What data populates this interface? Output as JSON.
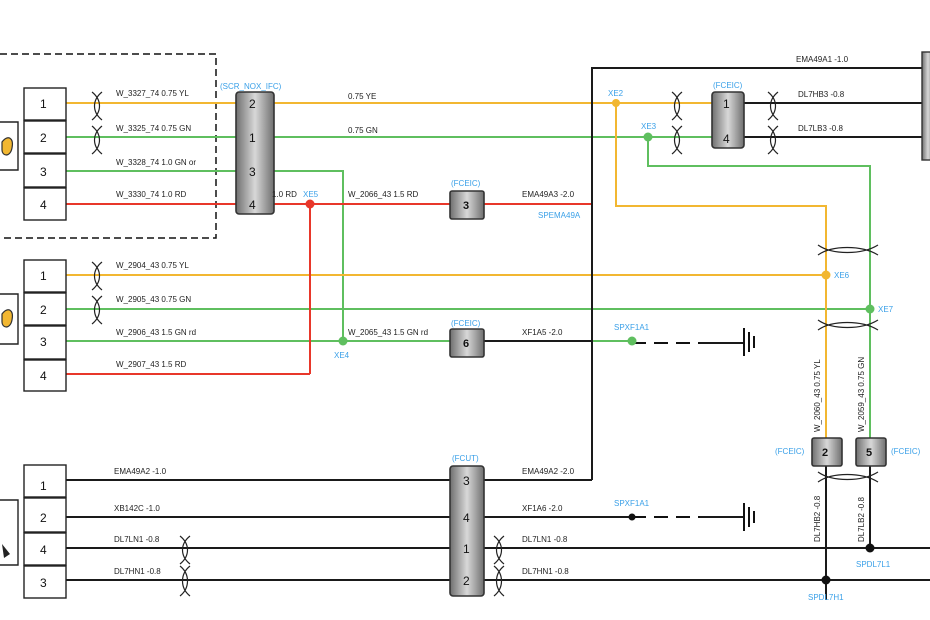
{
  "colors": {
    "yellow": "#f2b731",
    "green": "#5fbf5f",
    "red": "#e8372a",
    "black": "#1a1a1a",
    "net_blue": "#3aa0e8"
  },
  "left_connector_a": {
    "pins": [
      "1",
      "2",
      "3",
      "4"
    ]
  },
  "left_connector_b": {
    "pins": [
      "1",
      "2",
      "3",
      "4"
    ]
  },
  "left_connector_c": {
    "pins": [
      "1",
      "2",
      "4",
      "3"
    ]
  },
  "scr_block": {
    "label": "(SCR_NOX_IFC)",
    "pins": [
      "2",
      "1",
      "3",
      "4"
    ]
  },
  "fceic_top": {
    "label": "(FCEIC)",
    "pins": [
      "1",
      "4"
    ]
  },
  "fceic_3": {
    "label": "(FCEIC)",
    "pin": "3"
  },
  "fceic_6": {
    "label": "(FCEIC)",
    "pin": "6"
  },
  "fceic_2": {
    "label": "(FCEIC)",
    "pin": "2"
  },
  "fceic_5": {
    "label": "(FCEIC)",
    "pin": "5"
  },
  "fcut": {
    "label": "(FCUT)",
    "pins": [
      "3",
      "4",
      "1",
      "2"
    ]
  },
  "wires": {
    "w3327": "W_3327_74 0.75 YL",
    "w3325": "W_3325_74 0.75 GN",
    "w3328": "W_3328_74 1.0 GN or",
    "w3330": "W_3330_74 1.0 RD",
    "y075": "0.75 YE",
    "g075": "0.75 GN",
    "r10": "1.0 RD",
    "w2066": "W_2066_43 1.5 RD",
    "ema49a3": "EMA49A3 -2.0",
    "w2904": "W_2904_43 0.75 YL",
    "w2905": "W_2905_43 0.75 GN",
    "w2906": "W_2906_43 1.5 GN rd",
    "w2907": "W_2907_43 1.5 RD",
    "w2065": "W_2065_43 1.5 GN rd",
    "xf1a5": "XF1A5 -2.0",
    "ema49a1": "EMA49A1 -1.0",
    "dl7hb3": "DL7HB3 -0.8",
    "dl7lb3": "DL7LB3 -0.8",
    "ema49a2_left": "EMA49A2 -1.0",
    "xb142c": "XB142C -1.0",
    "dl7ln1_left": "DL7LN1 -0.8",
    "dl7hn1_left": "DL7HN1 -0.8",
    "ema49a2_right": "EMA49A2 -2.0",
    "xf1a6": "XF1A6 -2.0",
    "dl7ln1_right": "DL7LN1 -0.8",
    "dl7hn1_right": "DL7HN1 -0.8",
    "w2060": "W_2060_43 0.75 YL",
    "w2059": "W_2059_43 0.75 GN",
    "dl7hb2": "DL7HB2 -0.8",
    "dl7lb2": "DL7LB2 -0.8"
  },
  "nets": {
    "xe2": "XE2",
    "xe3": "XE3",
    "xe5": "XE5",
    "xe4": "XE4",
    "xe6": "XE6",
    "xe7": "XE7",
    "spema49a": "SPEMA49A",
    "spxf1a1_top": "SPXF1A1",
    "spxf1a1_bot": "SPXF1A1",
    "spdl7l1": "SPDL7L1",
    "spdl7h1": "SPDL7H1"
  }
}
